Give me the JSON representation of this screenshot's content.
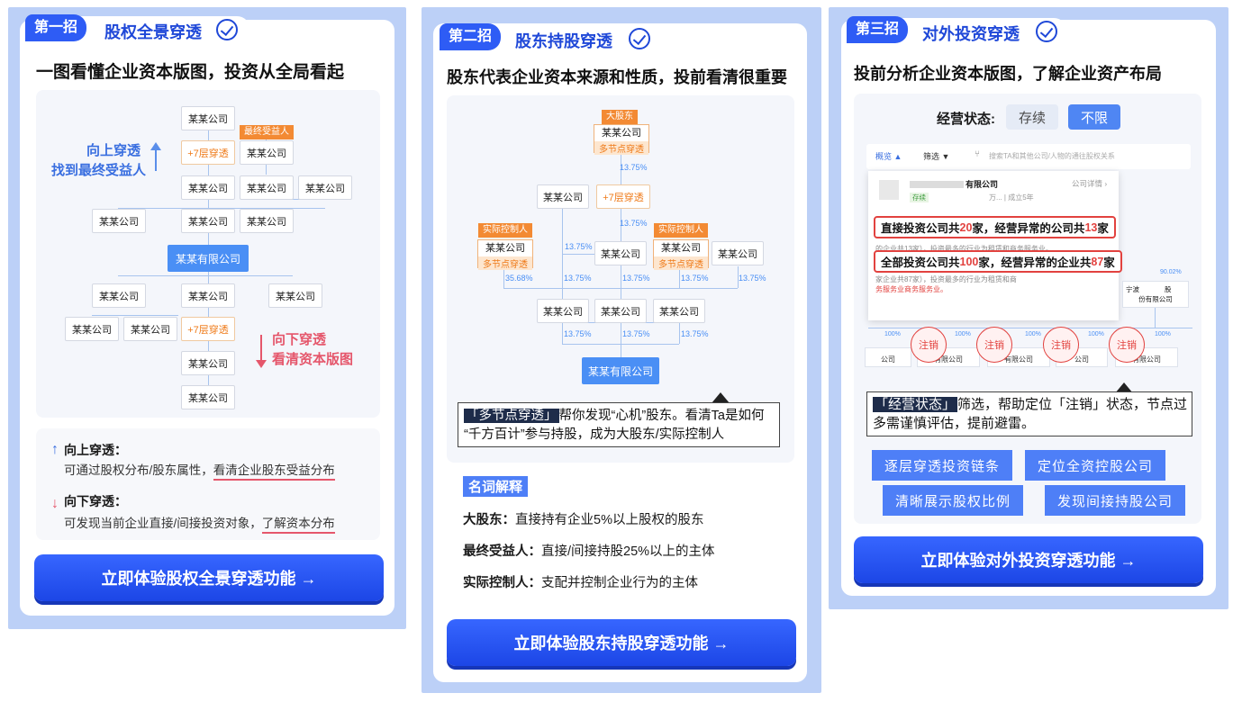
{
  "card1": {
    "step_num": "第一招",
    "step_title": "股权全景穿透",
    "headline": "一图看懂企业资本版图，投资从全局看起",
    "up_hint_1": "向上穿透",
    "up_hint_2": "找到最终受益人",
    "down_hint_1": "向下穿透",
    "down_hint_2": "看清资本版图",
    "node_company": "某某公司",
    "node_layers": "+7层穿透",
    "node_main": "某某有限公司",
    "tag_beneficiary": "最终受益人",
    "info_up_title": "向上穿透：",
    "info_up_text": "可通过股权分布/股东属性，",
    "info_up_em": "看清企业股东受益分布",
    "info_down_title": "向下穿透：",
    "info_down_text": "可发现当前企业直接/间接投资对象，",
    "info_down_em": "了解资本分布",
    "cta": "立即体验股权全景穿透功能 →"
  },
  "card2": {
    "step_num": "第二招",
    "step_title": "股东持股穿透",
    "headline": "股东代表企业资本来源和性质，投前看清很重要",
    "tag_major": "大股东",
    "tag_controller": "实际控制人",
    "node_company": "某某公司",
    "node_multi": "多节点穿透",
    "node_layers": "+7层穿透",
    "node_main": "某某有限公司",
    "pct_a": "13.75%",
    "pct_b": "35.68%",
    "callout_tag": "「多节点穿透」",
    "callout_text_1": "帮你发现“心机”股东。看清Ta是如何",
    "callout_text_2": "“千方百计”参与持股，成为大股东/实际控制人",
    "glossary_title": "名词解释",
    "glossary": [
      {
        "term": "大股东：",
        "def": "直接持有企业5%以上股权的股东"
      },
      {
        "term": "最终受益人：",
        "def": "直接/间接持股25%以上的主体"
      },
      {
        "term": "实际控制人：",
        "def": "支配并控制企业行为的主体"
      }
    ],
    "cta": "立即体验股东持股穿透功能 →"
  },
  "card3": {
    "step_num": "第三招",
    "step_title": "对外投资穿透",
    "headline": "投前分析企业资本版图，了解企业资产布局",
    "status_label": "经营状态:",
    "status_opt1": "存续",
    "status_opt2": "不限",
    "toolbar_overview": "概览",
    "toolbar_filter": "筛选",
    "toolbar_search": "搜索TA和其他公司/人物的通往股权关系",
    "company_suffix": "有限公司",
    "company_detail": "公司详情",
    "company_badge": "存续",
    "company_meta": "万... | 成立5年",
    "hl1_a": "直接投资公司共",
    "hl1_n1": "20",
    "hl1_b": "家，经营异常的公司共",
    "hl1_n2": "13",
    "hl1_c": "家",
    "hl2_a": "全部投资公司共",
    "hl2_n1": "100",
    "hl2_b": "家，经营异常的企业共",
    "hl2_n2": "87",
    "hl2_c": "家",
    "bg_text_1": "的企业共13家），投资最多的行业为租赁和商务服务业。",
    "bg_text_2": "家企业共87家），投资最多的行业为租赁和商",
    "bg_text_3": "务服务业商务服务业。",
    "ningbo": "宁波",
    "ningbo_suffix": "股",
    "ningbo_sub": "份有限公司",
    "pct_90": "90.02%",
    "pct_100": "100%",
    "cancel": "注销",
    "mini_company": "公司",
    "mini_youxian": "有限公司",
    "mini_you": "有",
    "callout_tag": "「经营状态」",
    "callout_text_1": "筛选，帮助定位「注销」状态，节点过",
    "callout_text_2": "多需谨慎评估，提前避雷。",
    "btn1": "逐层穿透投资链条",
    "btn2": "定位全资控股公司",
    "btn3": "清晰展示股权比例",
    "btn4": "发现间接持股公司",
    "cta": "立即体验对外投资穿透功能 →"
  },
  "colors": {
    "accent": "#2e5cf5",
    "card_border": "#bcd0f7",
    "orange": "#f38a33",
    "red": "#e2423f",
    "node_main": "#4a8ff5"
  }
}
